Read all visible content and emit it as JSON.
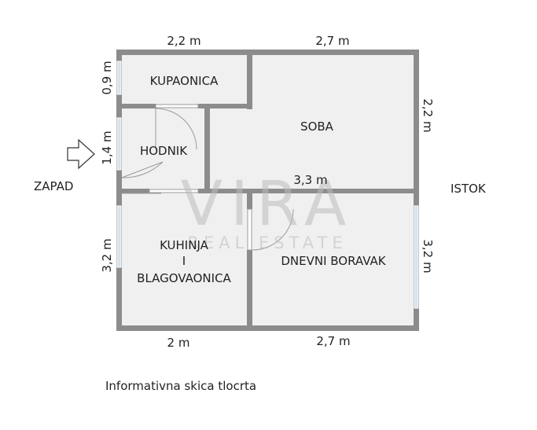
{
  "directions": {
    "west": "ZAPAD",
    "east": "ISTOK"
  },
  "rooms": {
    "bathroom": "KUPAONICA",
    "bedroom": "SOBA",
    "hallway": "HODNIK",
    "kitchen_line1": "KUHINJA",
    "kitchen_line2": "I",
    "kitchen_line3": "BLAGOVAONICA",
    "living": "DNEVNI BORAVAK"
  },
  "dimensions": {
    "top_left": "2,2 m",
    "top_right": "2,7 m",
    "left_bathroom": "0,9 m",
    "left_hallway": "1,4 m",
    "left_kitchen": "3,2 m",
    "right_bedroom": "2,2 m",
    "right_living": "3,2 m",
    "inner_wall": "3,3 m",
    "bottom_left": "2 m",
    "bottom_right": "2,7 m"
  },
  "watermark": {
    "brand": "VIRA",
    "tagline": "REAL ESTATE"
  },
  "caption": "Informativna skica tlocrta",
  "colors": {
    "wall": "#8c8c8c",
    "floor": "#f0f0f0",
    "text": "#222222",
    "watermark": "#bcbcbc",
    "window": "#d6e4f0"
  }
}
